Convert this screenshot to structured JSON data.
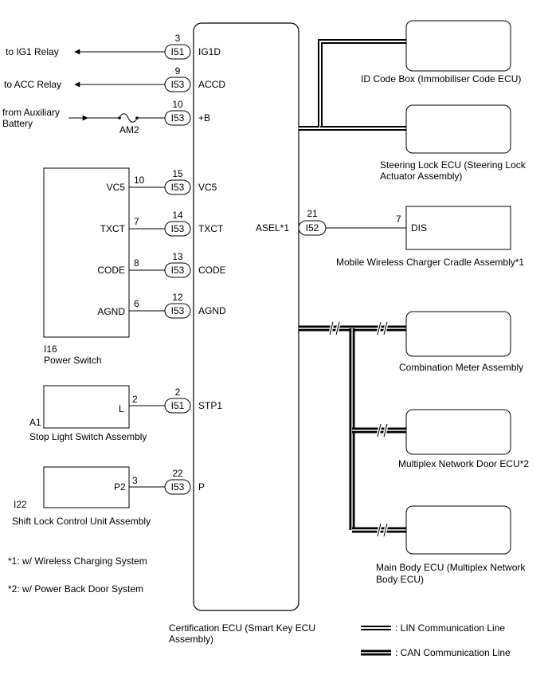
{
  "ecu": {
    "name_line1": "Certification ECU (Smart Key ECU",
    "name_line2": "Assembly)"
  },
  "left_pins": [
    {
      "pin": "3",
      "conn": "I51",
      "label": "IG1D"
    },
    {
      "pin": "9",
      "conn": "I53",
      "label": "ACCD"
    },
    {
      "pin": "10",
      "conn": "I53",
      "label": "+B"
    },
    {
      "pin": "15",
      "conn": "I53",
      "label": "VC5"
    },
    {
      "pin": "14",
      "conn": "I53",
      "label": "TXCT"
    },
    {
      "pin": "13",
      "conn": "I53",
      "label": "CODE"
    },
    {
      "pin": "12",
      "conn": "I53",
      "label": "AGND"
    },
    {
      "pin": "2",
      "conn": "I51",
      "label": "STP1"
    },
    {
      "pin": "22",
      "conn": "I53",
      "label": "P"
    }
  ],
  "external": {
    "ig1": "to IG1 Relay",
    "acc": "to ACC Relay",
    "aux_line1": "from Auxiliary",
    "aux_line2": "Battery",
    "fuse": "AM2"
  },
  "power_switch": {
    "id": "I16",
    "name": "Power Switch",
    "pins": [
      {
        "label": "VC5",
        "pin": "10"
      },
      {
        "label": "TXCT",
        "pin": "7"
      },
      {
        "label": "CODE",
        "pin": "8"
      },
      {
        "label": "AGND",
        "pin": "6"
      }
    ]
  },
  "stop_light": {
    "id": "A1",
    "name": "Stop Light Switch Assembly",
    "pin_label": "L",
    "pin": "2"
  },
  "shift_lock": {
    "id": "I22",
    "name": "Shift Lock Control Unit Assembly",
    "pin_label": "P2",
    "pin": "3"
  },
  "asel": {
    "label": "ASEL*1",
    "pin": "21",
    "conn": "I52"
  },
  "right": {
    "id_code_box": "ID Code Box (Immobiliser Code ECU)",
    "steering_line1": "Steering Lock ECU (Steering Lock",
    "steering_line2": "Actuator Assembly)",
    "charger_pin": "7",
    "charger_label": "DIS",
    "charger_name": "Mobile Wireless Charger Cradle Assembly*1",
    "meter": "Combination Meter Assembly",
    "door": "Multiplex Network Door ECU*2",
    "main_line1": "Main Body ECU (Multiplex Network",
    "main_line2": "Body ECU)"
  },
  "notes": {
    "n1": "*1: w/ Wireless Charging System",
    "n2": "*2: w/ Power Back Door System"
  },
  "legend": {
    "lin": ": LIN Communication Line",
    "can": ": CAN Communication Line"
  }
}
